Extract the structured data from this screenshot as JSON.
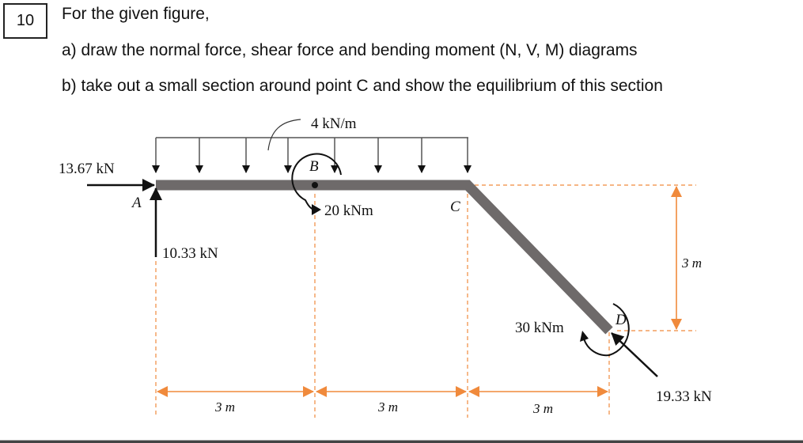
{
  "question": {
    "number": "10",
    "intro": "For the given figure,",
    "part_a": "a) draw the normal force, shear force and bending moment (N, V, M) diagrams",
    "part_b": "b) take out a small section around point C and show the equilibrium of this section"
  },
  "figure": {
    "distributed_load": "4 kN/m",
    "points": {
      "A": "A",
      "B": "B",
      "C": "C",
      "D": "D"
    },
    "forces": {
      "horizontal_A": "13.67 kN",
      "vertical_A": "10.33 kN",
      "moment_B": "20 kNm",
      "moment_D": "30 kNm",
      "force_D": "19.33 kN"
    },
    "dimensions": {
      "span_AB": "3 m",
      "span_BC": "3 m",
      "span_CD": "3 m",
      "height_CD": "3 m"
    },
    "colors": {
      "member": "#6e6a6a",
      "dimension": "#f08a3c",
      "arrow": "#111111"
    }
  }
}
